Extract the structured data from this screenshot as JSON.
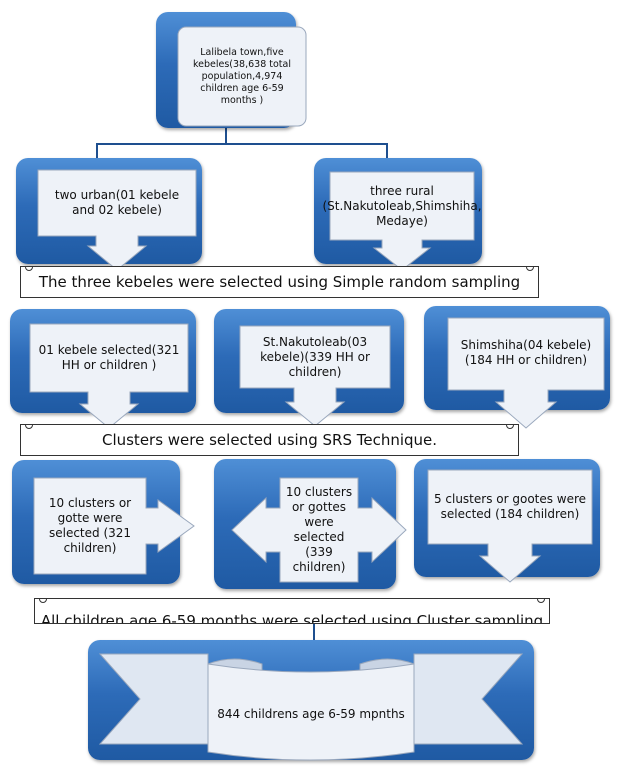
{
  "top_box": {
    "text": "Lalibela town,five kebeles(38,638 total population,4,974 children age 6-59 months )"
  },
  "level1": {
    "urban": "two urban(01 kebele and 02 kebele)",
    "rural": "three rural (St.Nakutoleab,Shimshiha, Medaye)"
  },
  "banner1": "The three kebeles were selected using Simple random sampling",
  "level2": {
    "k01": "01 kebele selected(321 HH or children )",
    "k03": "St.Nakutoleab(03 kebele)(339 HH or children)",
    "k04": "Shimshiha(04 kebele)(184 HH or children)"
  },
  "banner2": "Clusters were selected using SRS Technique.",
  "level3": {
    "c1": "10 clusters or gotte were selected (321 children)",
    "c2": "10 clusters or gottes were selected (339 children)",
    "c3": "5 clusters or gootes were selected (184 children)"
  },
  "banner3": "All children age 6-59 months were selected using Cluster sampling",
  "final": "844 childrens age 6-59 mpnths",
  "colors": {
    "box_blue": "#2d6bb8",
    "connector": "#1e4f8f",
    "callout_fill": "#eef2f8"
  }
}
